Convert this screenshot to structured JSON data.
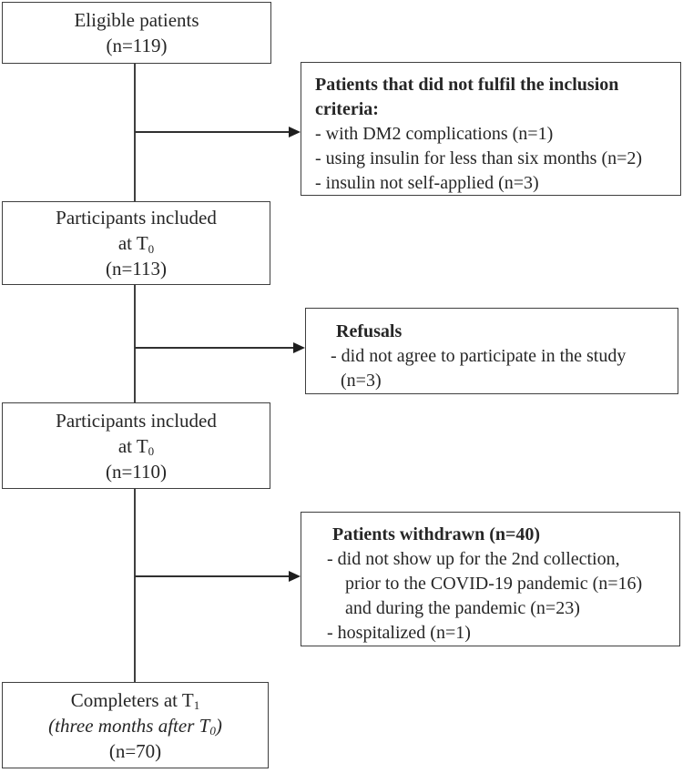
{
  "diagram": {
    "type": "patient-flow-diagram",
    "left_boxes": [
      {
        "id": "eligible",
        "lines": [
          "Eligible patients",
          "(n=119)"
        ]
      },
      {
        "id": "included-t0-first",
        "line1": "Participants included",
        "t_line": {
          "pre": "at T",
          "sub": "0"
        },
        "line3": "(n=113)"
      },
      {
        "id": "included-t0-second",
        "line1": "Participants included",
        "t_line": {
          "pre": "at T",
          "sub": "0"
        },
        "line3": "(n=110)"
      },
      {
        "id": "completers",
        "line1": {
          "pre": "Completers at T",
          "sub": "1"
        },
        "line2": {
          "pre": "(three months after T",
          "sub": "0",
          "post": ")"
        },
        "line3": "(n=70)"
      }
    ],
    "right_boxes": [
      {
        "id": "exclusions",
        "title_lines": [
          "Patients that did not fulfil the inclusion",
          "criteria:"
        ],
        "items": [
          "- with DM2 complications (n=1)",
          "- using insulin for less than six months (n=2)",
          "- insulin not self-applied (n=3)"
        ]
      },
      {
        "id": "refusals",
        "title_lines": [
          "Refusals"
        ],
        "items": [
          "- did not agree to participate in the study",
          "(n=3)"
        ]
      },
      {
        "id": "withdrawn",
        "title_lines": [
          "Patients withdrawn (n=40)"
        ],
        "items": [
          "- did not show up for the 2nd collection,",
          "prior to the COVID-19 pandemic (n=16)",
          "and during the pandemic (n=23)",
          "- hospitalized (n=1)"
        ]
      }
    ],
    "colors": {
      "background": "#ffffff",
      "border": "#3f3f3f",
      "text": "#262626",
      "arrow": "#1e1e1e"
    }
  }
}
